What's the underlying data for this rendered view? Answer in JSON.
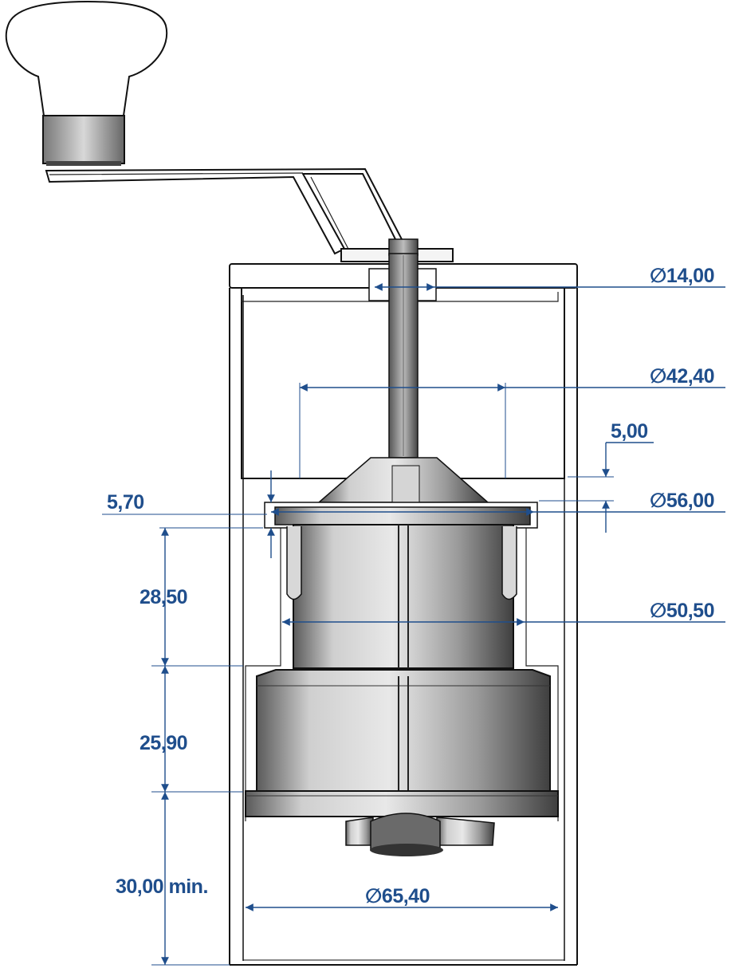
{
  "colors": {
    "dimension": "#1f4e8c",
    "outline": "#111111",
    "metal_light": "#e6e6e6",
    "metal_mid": "#a9a9a9",
    "metal_dark": "#4a4a4a",
    "background": "#ffffff"
  },
  "symbols": {
    "diameter": "∅"
  },
  "dimensions": {
    "shaft_diameter": "14,00",
    "hopper_inner_diameter": "42,40",
    "offset_height": "5,00",
    "flange_diameter": "56,00",
    "flange_thickness": "5,70",
    "upper_body_height": "28,50",
    "upper_body_diameter": "50,50",
    "lower_body_height": "25,90",
    "bottom_clearance": "30,00 min.",
    "base_diameter": "65,40"
  }
}
